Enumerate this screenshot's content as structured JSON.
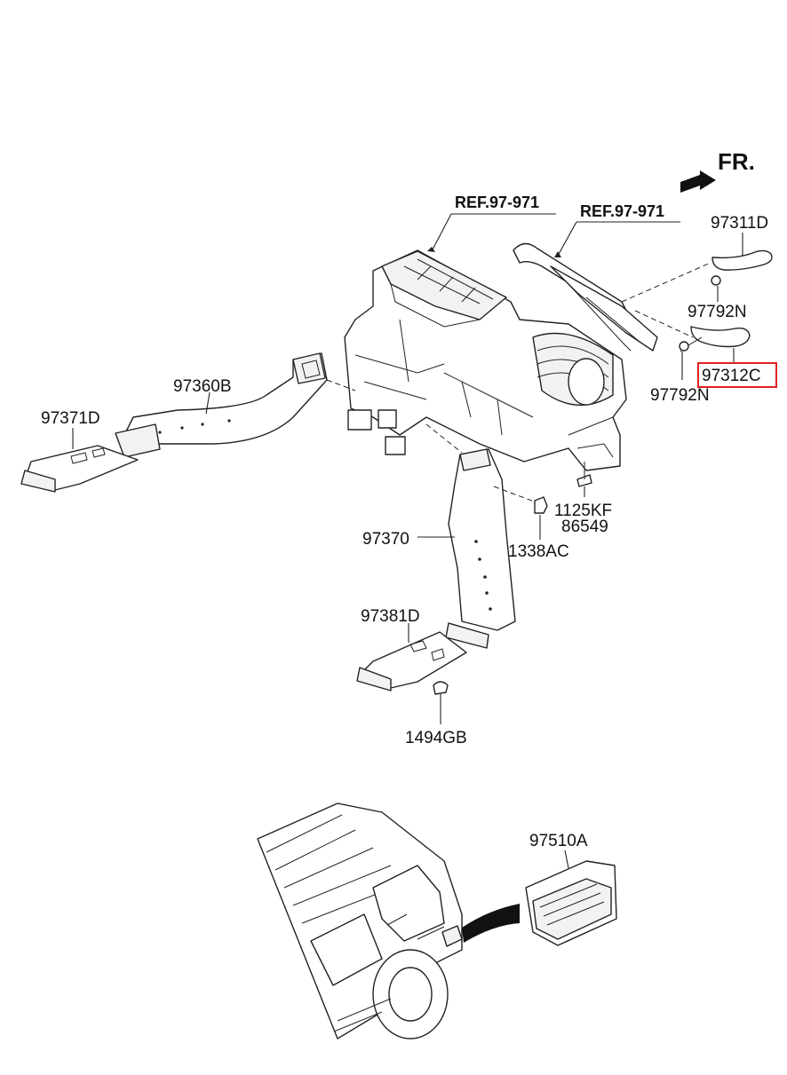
{
  "direction_label": "FR.",
  "refs": [
    "REF.97-971",
    "REF.97-971"
  ],
  "parts": {
    "p97311D": "97311D",
    "p97792N_a": "97792N",
    "p97312C": "97312C",
    "p97792N_b": "97792N",
    "p97360B": "97360B",
    "p97371D": "97371D",
    "p1125KF": "1125KF",
    "p86549": "86549",
    "p97370": "97370",
    "p1338AC": "1338AC",
    "p97381D": "97381D",
    "p1494GB": "1494GB",
    "p97510A": "97510A"
  },
  "highlight_color": "#e02020",
  "highlighted_part": "97312C"
}
